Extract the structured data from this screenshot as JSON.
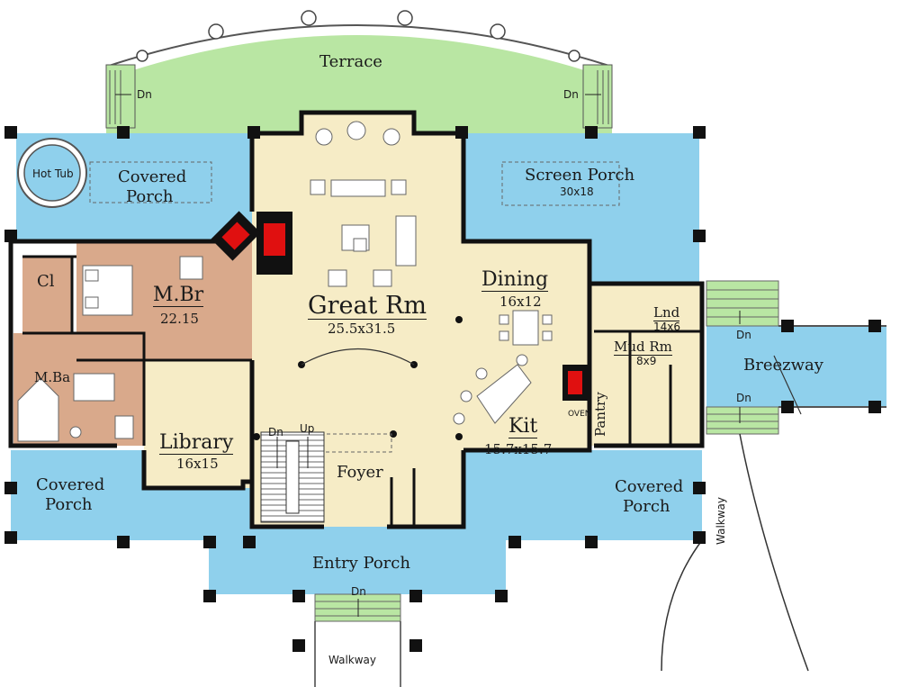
{
  "plan": {
    "rooms": {
      "terrace": "Terrace",
      "covered_porch_nw_1": "Covered",
      "covered_porch_nw_2": "Porch",
      "hot_tub": "Hot Tub",
      "screen_porch": "Screen Porch",
      "screen_porch_dim": "30x18",
      "great_rm": "Great Rm",
      "great_rm_dim": "25.5x31.5",
      "dining": "Dining",
      "dining_dim": "16x12",
      "mbr": "M.Br",
      "mbr_dim": "22.15",
      "cl": "Cl",
      "mba": "M.Ba",
      "lnd": "Lnd",
      "lnd_dim": "14x6",
      "mud_rm": "Mud Rm",
      "mud_rm_dim": "8x9",
      "breezway": "Breezway",
      "pantry": "Pantry",
      "oven": "OVEN",
      "kit": "Kit",
      "kit_dim": "15.7x15.7",
      "library": "Library",
      "library_dim": "16x15",
      "foyer": "Foyer",
      "covered_porch_sw_1": "Covered",
      "covered_porch_sw_2": "Porch",
      "covered_porch_se_1": "Covered",
      "covered_porch_se_2": "Porch",
      "entry_porch": "Entry Porch",
      "walkway_bottom": "Walkway",
      "walkway_right": "Walkway"
    },
    "stairs": {
      "terrace_left_dn": "Dn",
      "terrace_right_dn": "Dn",
      "main_dn": "Dn",
      "main_up": "Up",
      "breezway_top_dn": "Dn",
      "breezway_bottom_dn": "Dn",
      "entry_dn": "Dn"
    },
    "colors": {
      "terrace": "#b9e6a3",
      "porch": "#8fd0ec",
      "living": "#f6ecc6",
      "master": "#d9a98b",
      "wall": "#111111",
      "fireplace": "#e01010"
    }
  }
}
